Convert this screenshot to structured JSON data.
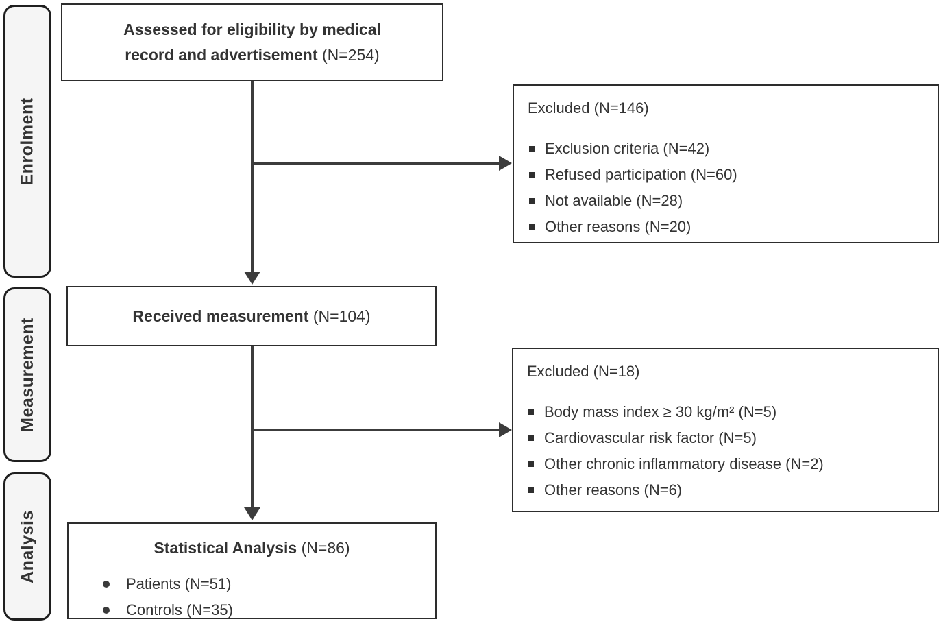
{
  "diagram": {
    "stages": [
      "Enrolment",
      "Measurement",
      "Analysis"
    ],
    "boxes": {
      "assessed": {
        "line1": "Assessed for eligibility by medical",
        "line2_bold": "record and advertisement",
        "line2_normal": "(N=254)"
      },
      "excluded1": {
        "title": "Excluded (N=146)",
        "items": [
          "Exclusion criteria (N=42)",
          "Refused participation (N=60)",
          "Not available (N=28)",
          "Other reasons (N=20)"
        ]
      },
      "received": {
        "bold": "Received measurement",
        "normal": "(N=104)"
      },
      "excluded2": {
        "title": "Excluded (N=18)",
        "items": [
          "Body mass index ≥ 30 kg/m² (N=5)",
          "Cardiovascular risk factor (N=5)",
          "Other chronic inflammatory disease (N=2)",
          "Other reasons (N=6)"
        ]
      },
      "analysis": {
        "bold": "Statistical Analysis",
        "normal": "(N=86)",
        "items": [
          "Patients (N=51)",
          "Controls (N=35)"
        ]
      }
    },
    "colors": {
      "box_border": "#2d2d2d",
      "stage_fill": "#f5f5f5",
      "stage_border": "#1f1f1f",
      "arrow": "#3c3c3c",
      "text": "#333333"
    }
  }
}
